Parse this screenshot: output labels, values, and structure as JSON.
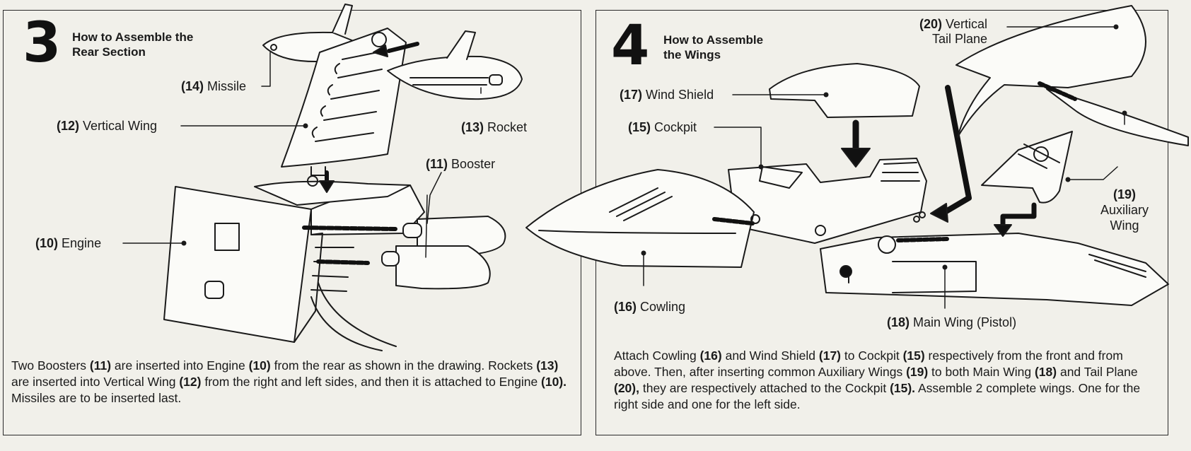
{
  "step3": {
    "number": "3",
    "title": "How to Assemble the\nRear Section",
    "callouts": {
      "missile": {
        "num": "(14)",
        "name": "Missile"
      },
      "vertical_wing": {
        "num": "(12)",
        "name": "Vertical Wing"
      },
      "rocket": {
        "num": "(13)",
        "name": "Rocket"
      },
      "booster": {
        "num": "(11)",
        "name": "Booster"
      },
      "engine": {
        "num": "(10)",
        "name": "Engine"
      }
    },
    "instructions": [
      {
        "t": "Two Boosters "
      },
      {
        "b": "(11)"
      },
      {
        "t": " are inserted into Engine "
      },
      {
        "b": "(10)"
      },
      {
        "t": " from the rear as shown in the drawing. Rockets "
      },
      {
        "b": "(13)"
      },
      {
        "t": "  are inserted into Vertical Wing "
      },
      {
        "b": "(12)"
      },
      {
        "t": " from the right and left sides, and  then it is attached to Engine "
      },
      {
        "b": "(10)."
      },
      {
        "t": " Missiles are to be inserted last."
      }
    ]
  },
  "step4": {
    "number": "4",
    "title": "How to Assemble\nthe Wings",
    "callouts": {
      "vertical_tail_plane": {
        "num": "(20)",
        "name": "Vertical\nTail Plane"
      },
      "wind_shield": {
        "num": "(17)",
        "name": "Wind Shield"
      },
      "cockpit": {
        "num": "(15)",
        "name": "Cockpit"
      },
      "auxiliary_wing": {
        "num": "(19)",
        "name": "Auxiliary\nWing"
      },
      "cowling": {
        "num": "(16)",
        "name": "Cowling"
      },
      "main_wing": {
        "num": "(18)",
        "name": "Main Wing (Pistol)"
      }
    },
    "instructions": [
      {
        "t": "Attach Cowling "
      },
      {
        "b": "(16)"
      },
      {
        "t": " and Wind Shield "
      },
      {
        "b": "(17)"
      },
      {
        "t": " to Cockpit "
      },
      {
        "b": "(15)"
      },
      {
        "t": " respectively from the front and from above. Then, after inserting common Auxiliary Wings "
      },
      {
        "b": "(19)"
      },
      {
        "t": " to both Main Wing "
      },
      {
        "b": "(18)"
      },
      {
        "t": " and Tail Plane "
      },
      {
        "b": "(20),"
      },
      {
        "t": " they are respectively attached to the Cockpit "
      },
      {
        "b": "(15)."
      },
      {
        "t": "  Assemble 2 complete wings. One for the right side and one for the left side."
      }
    ]
  }
}
